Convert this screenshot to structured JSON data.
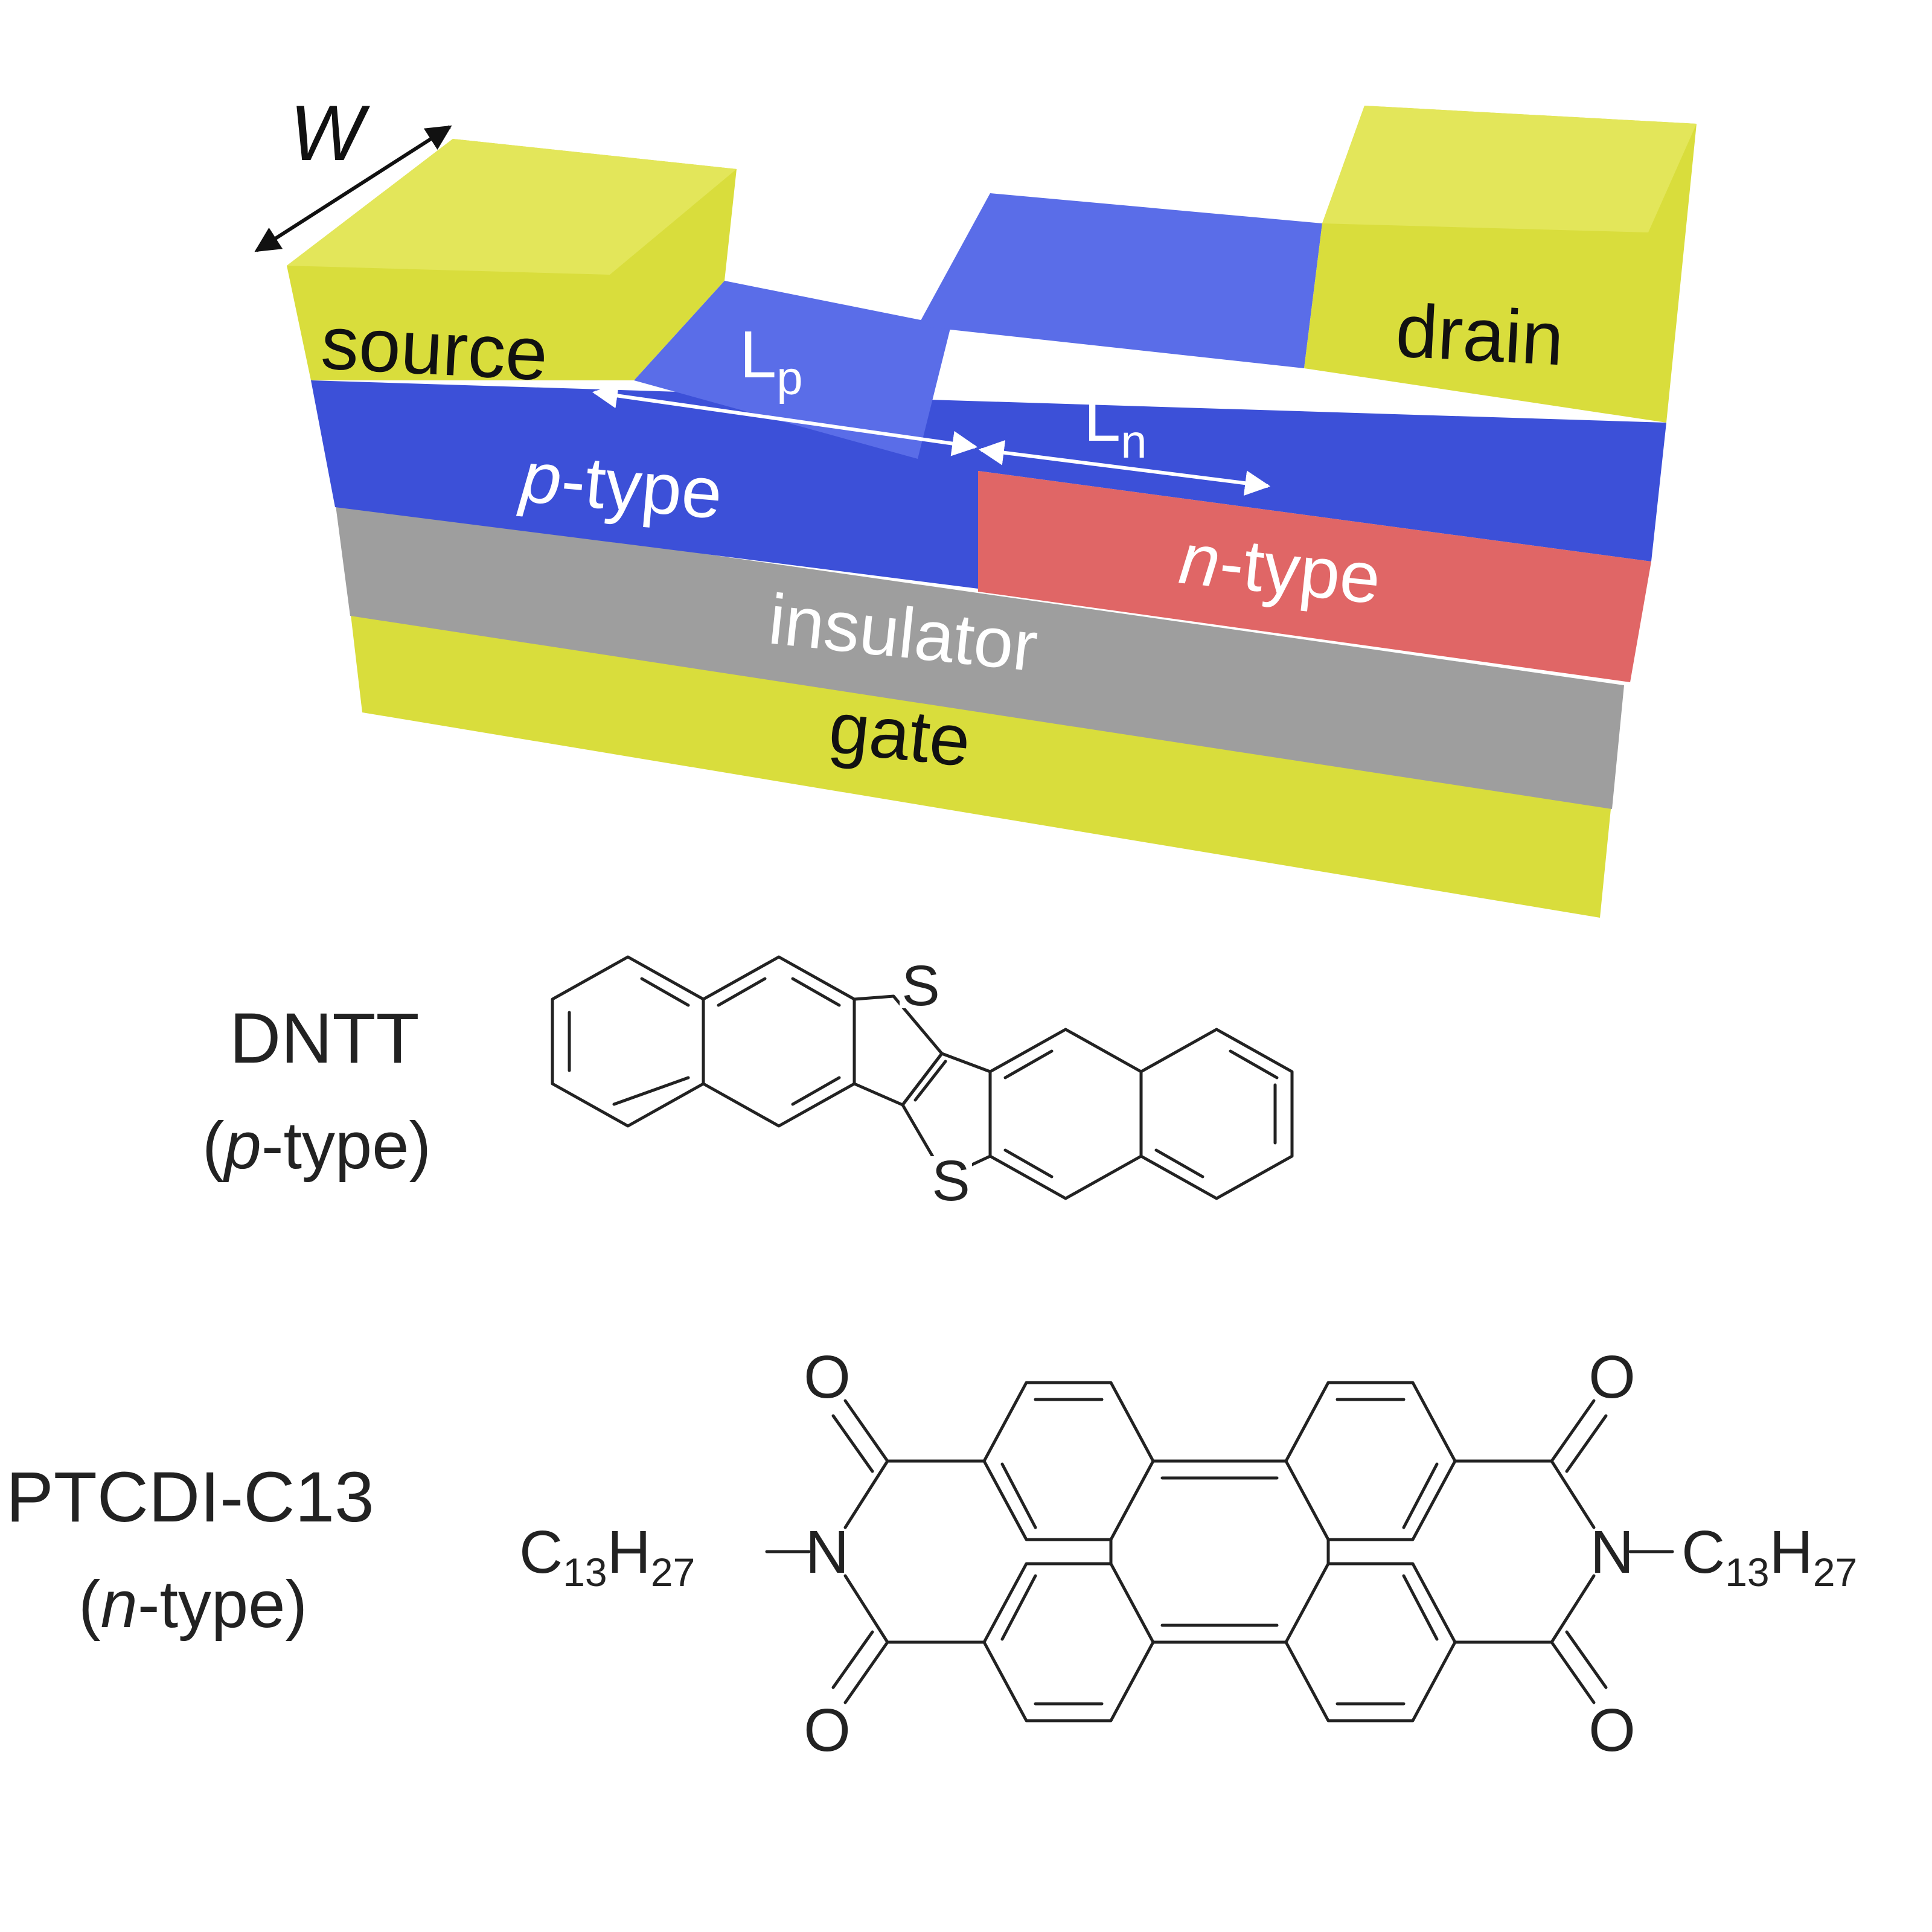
{
  "device": {
    "width_label": "W",
    "source_label": "source",
    "drain_label": "drain",
    "lp_label": {
      "main": "L",
      "sub": "p"
    },
    "ln_label": {
      "main": "L",
      "sub": "n"
    },
    "ptype_label": {
      "italic": "p",
      "rest": "-type"
    },
    "ntype_label": {
      "italic": "n",
      "rest": "-type"
    },
    "insulator_label": "insulator",
    "gate_label": "gate",
    "colors": {
      "electrode": "#d9dd3c",
      "p_type": "#3c50d8",
      "n_type": "#e06666",
      "insulator": "#9e9e9e"
    }
  },
  "molecules": {
    "dntt": {
      "name": "DNTT",
      "type_label": {
        "open": "(",
        "italic": "p",
        "rest": "-type)"
      },
      "atom_labels": [
        "S",
        "S"
      ]
    },
    "ptcdi": {
      "name": "PTCDI-C13",
      "type_label": {
        "open": "(",
        "italic": "n",
        "rest": "-type)"
      },
      "oxygen_label": "O",
      "nitrogen_label": "N",
      "substituent": {
        "c": "C",
        "c_sub": "13",
        "h": "H",
        "h_sub": "27"
      }
    }
  }
}
